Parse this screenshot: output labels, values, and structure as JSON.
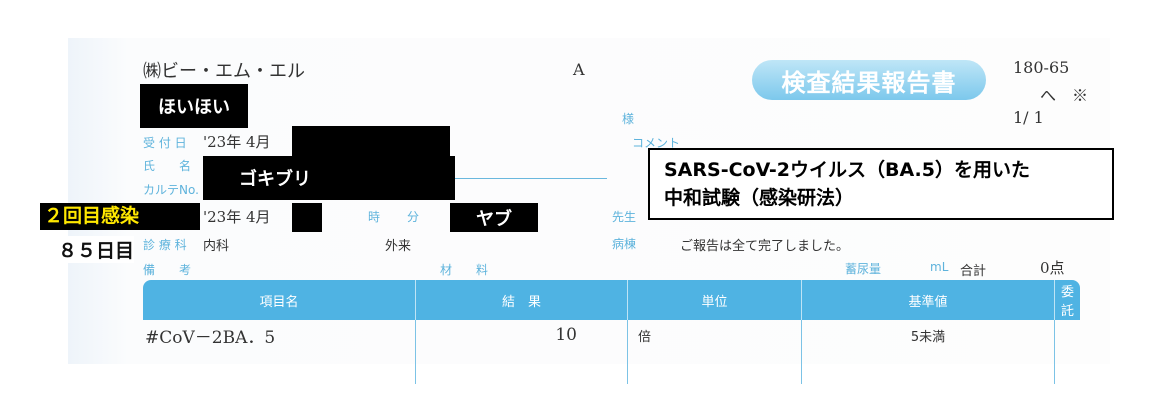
{
  "header": {
    "company": "㈱ビー・エム・エル",
    "grade": "A",
    "title": "検査結果報告書",
    "code": "180-65",
    "marks": "へ　※",
    "page": "1/ 1"
  },
  "overlay": {
    "clinic": "ほいほい",
    "patient": "ゴキブリ",
    "doctor": "ヤブ",
    "infection": "２回目感染",
    "days": "８５日目",
    "comment_line1": "SARS-CoV-2ウイルス（BA.5）を用いた",
    "comment_line2": "中和試験（感染研法）"
  },
  "fields": {
    "sama": "様",
    "comment_label": "コメント",
    "received_label": "受 付 日",
    "received_value": "'23年  4月",
    "name_label": "氏　　名",
    "chart_label": "カルテNo.",
    "collected_value": "'23年  4月",
    "hour": "時",
    "minute": "分",
    "sensei": "先生",
    "dept_label": "診 療 科",
    "dept_value": "内科",
    "outpatient": "外来",
    "ward_label": "病棟",
    "status": "ご報告は全て完了しました。",
    "remarks_label": "備　　考",
    "material_label": "材　　料",
    "urine_label": "蓄尿量",
    "ml": "mL",
    "total_label": "合計",
    "total_value": "0点"
  },
  "table": {
    "headers": [
      "項目名",
      "結　果",
      "単位",
      "基準値",
      "委託"
    ],
    "rows": [
      {
        "item": "#CoV－2BA．5",
        "result": "10",
        "unit": "倍",
        "reference": "5未満",
        "outsourced": ""
      }
    ]
  }
}
